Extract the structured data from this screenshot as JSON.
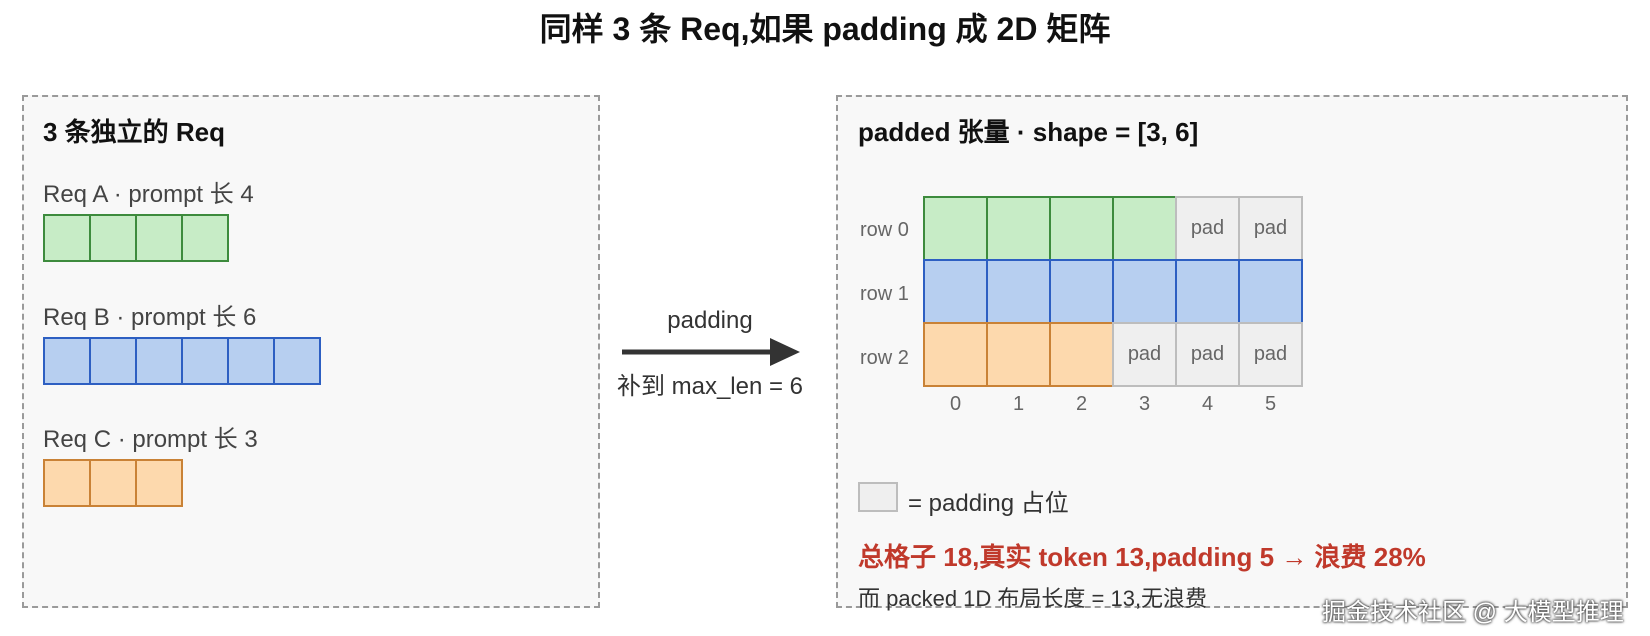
{
  "title": "同样 3 条 Req,如果 padding 成 2D 矩阵",
  "left_panel": {
    "title": "3 条独立的 Req",
    "requests": [
      {
        "label": "Req A · prompt 长 4",
        "length": 4,
        "color": "green"
      },
      {
        "label": "Req B · prompt 长 6",
        "length": 6,
        "color": "blue"
      },
      {
        "label": "Req C · prompt 长 3",
        "length": 3,
        "color": "orange"
      }
    ]
  },
  "arrow": {
    "label_top": "padding",
    "label_bottom": "补到 max_len = 6"
  },
  "right_panel": {
    "title": "padded 张量 · shape = [3, 6]",
    "pad_text": "pad",
    "rows": [
      {
        "label": "row 0",
        "real": 4,
        "color": "green"
      },
      {
        "label": "row 1",
        "real": 6,
        "color": "blue"
      },
      {
        "label": "row 2",
        "real": 3,
        "color": "orange"
      }
    ],
    "columns": [
      "0",
      "1",
      "2",
      "3",
      "4",
      "5"
    ],
    "legend_text": "= padding 占位",
    "summary": "总格子 18,真实 token 13,padding 5 → 浪费 28%",
    "note": "而 packed 1D 布局长度 = 13,无浪费"
  },
  "colors": {
    "green_fill": "#c7ecc6",
    "green_border": "#3d8b3d",
    "blue_fill": "#b7cff0",
    "blue_border": "#2d5fc2",
    "orange_fill": "#fdd9ad",
    "orange_border": "#c98236",
    "pad_fill": "#efefef",
    "pad_border": "#bdbdbd",
    "summary_text": "#c0392b"
  },
  "watermark": "掘金技术社区 @ 大模型推理"
}
